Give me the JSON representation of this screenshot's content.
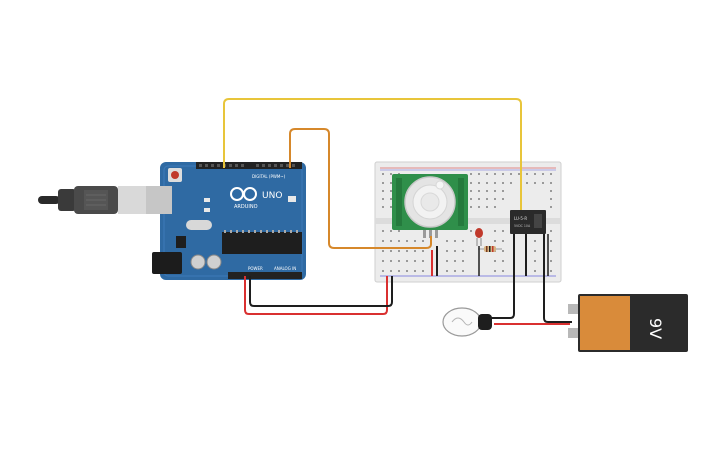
{
  "arduino": {
    "brand": "ARDUINO",
    "model": "UNO",
    "digital_label": "DIGITAL (PWM~)",
    "power_label": "POWER",
    "analog_label": "ANALOG IN"
  },
  "relay": {
    "line1": "LU-5-R",
    "line2": "5VDC 10A"
  },
  "battery": {
    "label": "9V"
  },
  "colors": {
    "wire_yellow": "#e8c53a",
    "wire_orange": "#d6882b",
    "wire_red": "#d93030",
    "wire_black": "#1e1e1e",
    "board_blue": "#2f6aa3",
    "pir_green": "#2f8f4a",
    "battery_orange": "#d98b3a"
  }
}
